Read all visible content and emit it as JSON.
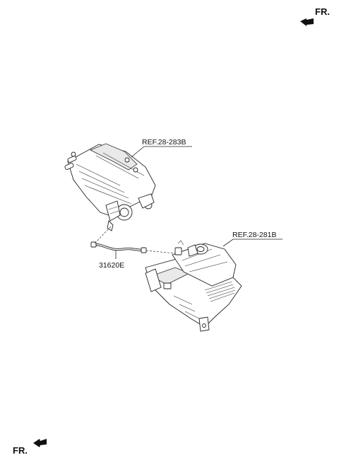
{
  "orientation": {
    "top_marker": "FR.",
    "bottom_marker": "FR."
  },
  "references": {
    "intake_manifold": "REF.28-283B",
    "air_cleaner": "REF.28-281B"
  },
  "parts": {
    "hose": "31620E"
  }
}
